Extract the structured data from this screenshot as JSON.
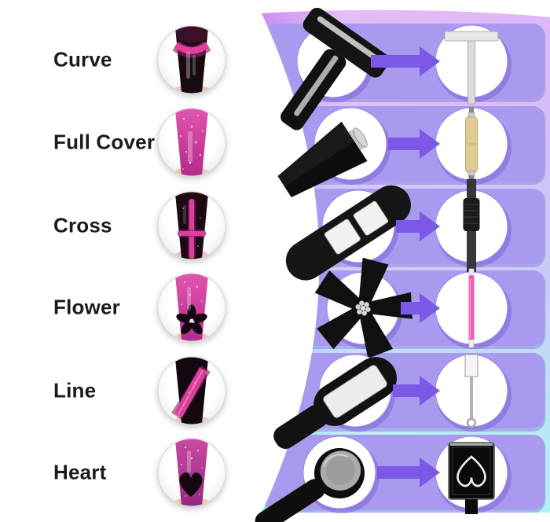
{
  "page": {
    "type": "product-infographic",
    "background": "#ffffff"
  },
  "colors": {
    "band_top": "#cd8ef2",
    "band_mid": "#a8aff0",
    "band_bottom": "#84ecee",
    "panel": "#a99af0",
    "arrow": "#7b59e6",
    "label_text": "#1b1b1b",
    "nail_magenta": "#d8409c",
    "tool_gold": "#e2cb93",
    "tool_pink": "#ef58b0"
  },
  "rows": [
    {
      "id": "curve",
      "label": "Curve",
      "nail_icon": "curve-effect-nail",
      "closeup_icon": "t-bar-magnet-head",
      "result_icon": "t-bar-magnet-tool"
    },
    {
      "id": "full-cover",
      "label": "Full Cover",
      "nail_icon": "full-cover-effect-nail",
      "closeup_icon": "cone-magnet-head",
      "result_icon": "gold-double-ended-magnet-pen"
    },
    {
      "id": "cross",
      "label": "Cross",
      "nail_icon": "cross-effect-nail",
      "closeup_icon": "dual-window-magnet-head",
      "result_icon": "black-stick-magnet-tool"
    },
    {
      "id": "flower",
      "label": "Flower",
      "nail_icon": "flower-effect-nail",
      "closeup_icon": "five-spoke-flower-magnet-head",
      "result_icon": "pink-magnet-pen"
    },
    {
      "id": "line",
      "label": "Line",
      "nail_icon": "line-effect-nail",
      "closeup_icon": "rectangle-window-magnet-head",
      "result_icon": "thin-rod-magnet-tool"
    },
    {
      "id": "heart",
      "label": "Heart",
      "nail_icon": "heart-effect-nail",
      "closeup_icon": "round-disc-magnet-head",
      "result_icon": "heart-plate-magnet-tool"
    }
  ]
}
